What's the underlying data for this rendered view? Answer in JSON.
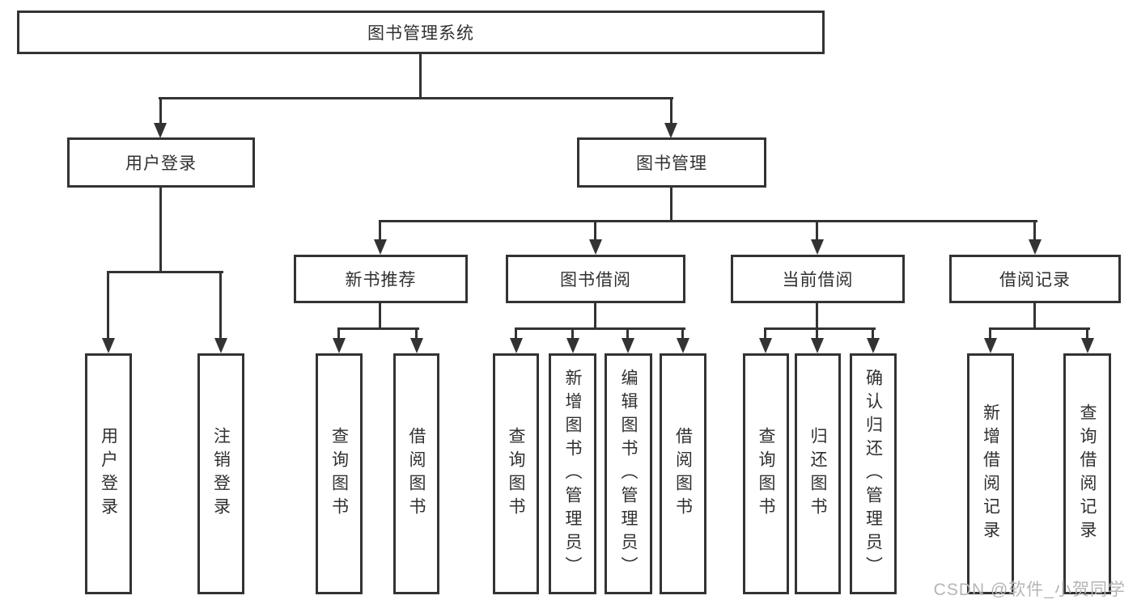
{
  "tree": {
    "label": "图书管理系统",
    "children": [
      {
        "label": "用户登录",
        "children": [
          {
            "label": "用户登录"
          },
          {
            "label": "注销登录"
          }
        ]
      },
      {
        "label": "图书管理",
        "children": [
          {
            "label": "新书推荐",
            "children": [
              {
                "label": "查询图书"
              },
              {
                "label": "借阅图书"
              }
            ]
          },
          {
            "label": "图书借阅",
            "children": [
              {
                "label": "查询图书"
              },
              {
                "label": "新增图书（管理员）"
              },
              {
                "label": "编辑图书（管理员）"
              },
              {
                "label": "借阅图书"
              }
            ]
          },
          {
            "label": "当前借阅",
            "children": [
              {
                "label": "查询图书"
              },
              {
                "label": "归还图书"
              },
              {
                "label": "确认归还（管理员）"
              }
            ]
          },
          {
            "label": "借阅记录",
            "children": [
              {
                "label": "新增借阅记录"
              },
              {
                "label": "查询借阅记录"
              }
            ]
          }
        ]
      }
    ]
  },
  "watermark": "CSDN @软件_小贺同学",
  "colors": {
    "line": "#333333",
    "text": "#303030",
    "background": "#ffffff",
    "watermark": "#b5b5b5"
  }
}
